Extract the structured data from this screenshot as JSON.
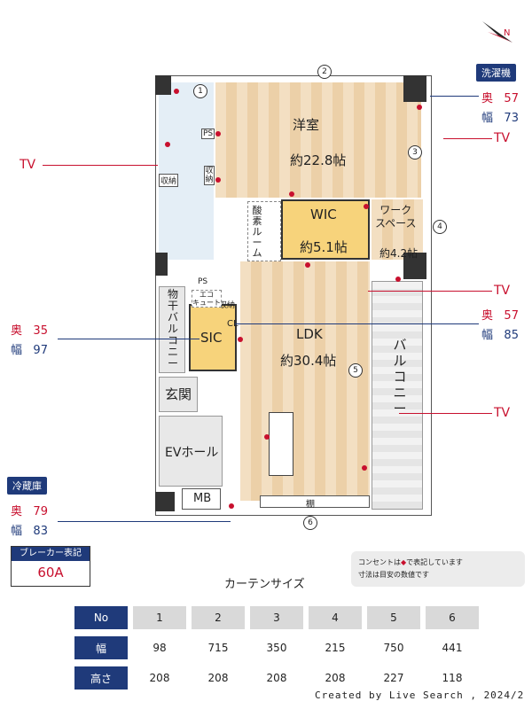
{
  "compass": {
    "label": "N"
  },
  "rooms": {
    "western": {
      "name": "洋室",
      "size": "約22.8帖"
    },
    "wic": {
      "name": "WIC",
      "size": "約5.1帖"
    },
    "oxygen": {
      "name": "酸素ルーム"
    },
    "work": {
      "name": "ワーク\nスペース",
      "size": "約4.2帖"
    },
    "ldk": {
      "name": "LDK",
      "size": "約30.4帖"
    },
    "sic": {
      "name": "SIC"
    },
    "cl": {
      "name": "CL"
    },
    "balcony": {
      "name": "バルコニー"
    },
    "dry_balcony": {
      "name": "物干バルコニー"
    },
    "entrance": {
      "name": "玄関"
    },
    "ev_hall": {
      "name": "EVホール"
    },
    "mb": {
      "name": "MB"
    },
    "shelf": {
      "name": "棚"
    },
    "ps1": {
      "name": "PS"
    },
    "ps2": {
      "name": "PS"
    },
    "storage1": {
      "name": "収納"
    },
    "storage2": {
      "name": "収納"
    },
    "storage3": {
      "name": "収納"
    },
    "eco": {
      "name": "エコ\nキュート"
    }
  },
  "window_numbers": [
    "1",
    "2",
    "3",
    "4",
    "5",
    "6"
  ],
  "washer": {
    "tag": "洗濯機",
    "depth_label": "奥",
    "depth": "57",
    "width_label": "幅",
    "width": "73"
  },
  "fridge": {
    "tag": "冷蔵庫",
    "depth_label": "奥",
    "depth": "79",
    "width_label": "幅",
    "width": "83"
  },
  "sic_dims": {
    "depth_label": "奥",
    "depth": "35",
    "width_label": "幅",
    "width": "97"
  },
  "ldk_dims": {
    "depth_label": "奥",
    "depth": "57",
    "width_label": "幅",
    "width": "85"
  },
  "tv_labels": [
    "TV",
    "TV",
    "TV",
    "TV"
  ],
  "breaker": {
    "label": "ブレーカー表記",
    "value": "60A"
  },
  "legend": {
    "line1": "コンセントは",
    "line1b": "で表記しています",
    "line2": "寸法は目安の数値です"
  },
  "curtain": {
    "title": "カーテンサイズ",
    "row_no": "No",
    "row_w": "幅",
    "row_h": "高さ",
    "nos": [
      "1",
      "2",
      "3",
      "4",
      "5",
      "6"
    ],
    "widths": [
      "98",
      "715",
      "350",
      "215",
      "750",
      "441"
    ],
    "heights": [
      "208",
      "208",
      "208",
      "208",
      "227",
      "118"
    ]
  },
  "credit": "Created by Live Search , 2024/2",
  "colors": {
    "accent": "#1f3a7a",
    "outlet": "#c8102e",
    "floor": "#f1d9b6",
    "wic": "#f7d37b"
  }
}
